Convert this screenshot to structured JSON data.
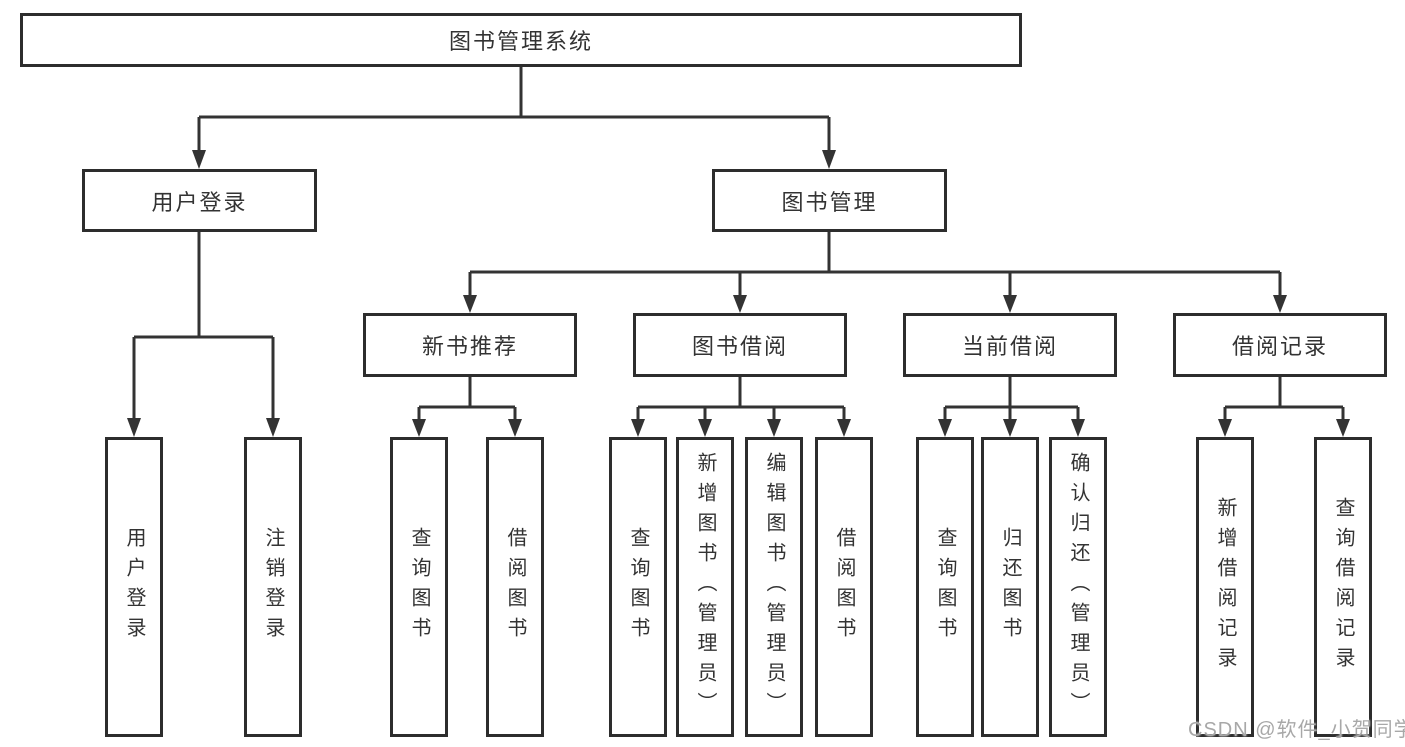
{
  "diagram": {
    "watermark": "CSDN @软件_小贺同学",
    "colors": {
      "background": "#ffffff",
      "line": "#333333",
      "box_border": "#2d2d2d",
      "box_fill": "#ffffff",
      "text": "#333333",
      "watermark_text": "#a8a8a8"
    },
    "root": {
      "label": "图书管理系统"
    },
    "branches": [
      {
        "label": "用户登录",
        "children": [
          {
            "label": "用户登录"
          },
          {
            "label": "注销登录"
          }
        ]
      },
      {
        "label": "图书管理",
        "children": [
          {
            "label": "新书推荐",
            "children": [
              {
                "label": "查询图书"
              },
              {
                "label": "借阅图书"
              }
            ]
          },
          {
            "label": "图书借阅",
            "children": [
              {
                "label": "查询图书"
              },
              {
                "label": "新增图书（管理员）"
              },
              {
                "label": "编辑图书（管理员）"
              },
              {
                "label": "借阅图书"
              }
            ]
          },
          {
            "label": "当前借阅",
            "children": [
              {
                "label": "查询图书"
              },
              {
                "label": "归还图书"
              },
              {
                "label": "确认归还（管理员）"
              }
            ]
          },
          {
            "label": "借阅记录",
            "children": [
              {
                "label": "新增借阅记录"
              },
              {
                "label": "查询借阅记录"
              }
            ]
          }
        ]
      }
    ]
  }
}
